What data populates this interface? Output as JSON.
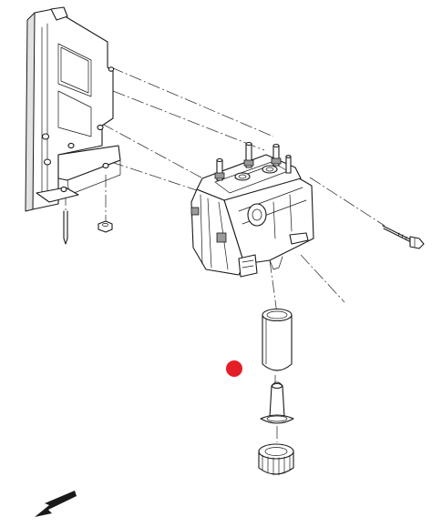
{
  "diagram": {
    "callout_color": "#e41e26",
    "ink_color": "#1a1a1a",
    "parts": [
      {
        "name": "mounting-bracket"
      },
      {
        "name": "filter-housing-assembly"
      },
      {
        "name": "mounting-bolt"
      },
      {
        "name": "filter-element"
      },
      {
        "name": "filter-standpipe"
      },
      {
        "name": "filter-bowl-cap"
      }
    ],
    "callouts": [
      {
        "name": "highlight-dot",
        "target": "filter-element"
      }
    ],
    "orientation_icon": "front-direction-arrow-icon"
  }
}
